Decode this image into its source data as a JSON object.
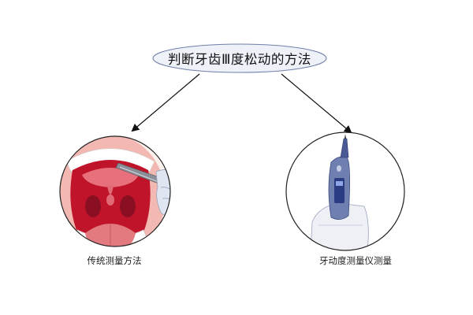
{
  "title": "判断牙齿Ⅲ度松动的方法",
  "nodes": [
    {
      "id": "traditional",
      "label": "传统测量方法",
      "icon": "mouth-with-tweezers-icon"
    },
    {
      "id": "device",
      "label": "牙动度测量仪测量",
      "icon": "tooth-mobility-meter-icon"
    }
  ],
  "colors": {
    "ellipse_fill": "#eef1f8",
    "ellipse_stroke": "#6f7fa8",
    "arrow": "#111111",
    "lip": "#f2b8b1",
    "mouth_inside": "#c0142a",
    "tongue": "#e27a80",
    "device_body": "#6f7fb0",
    "device_screen": "#2c3c82"
  }
}
